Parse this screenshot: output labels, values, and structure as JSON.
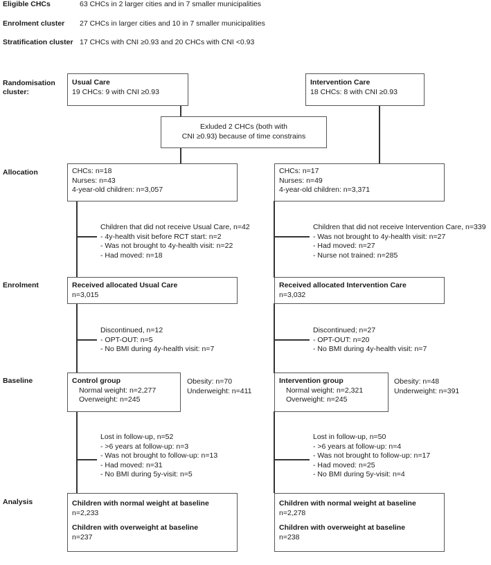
{
  "header": {
    "eligible_label": "Eligible CHCs",
    "eligible_text": "63 CHCs in 2 larger cities and in 7 smaller municipalities",
    "enrolment_label": "Enrolment cluster",
    "enrolment_text": "27 CHCs in larger cities and 10 in 7 smaller municipalities",
    "strat_label": "Stratification cluster",
    "strat_text": "17 CHCs with CNI ≥0.93 and 20 CHCs with CNI <0.93"
  },
  "side_labels": {
    "randomisation": [
      "Randomisation",
      "cluster:"
    ],
    "allocation": "Allocation",
    "enrolment": "Enrolment",
    "baseline": "Baseline",
    "analysis": "Analysis"
  },
  "usual": {
    "rand_title": "Usual Care",
    "rand_text": "19 CHCs: 9 with CNI ≥0.93",
    "alloc": [
      "CHCs: n=18",
      "Nurses: n=43",
      "4-year-old children: n=3,057"
    ],
    "excluded_alloc": [
      "Children that did not receive Usual Care, n=42",
      "- 4y-health visit before RCT start: n=2",
      "- Was not brought to 4y-health visit: n=22",
      "- Had moved: n=18"
    ],
    "enrol_title": "Received allocated Usual Care",
    "enrol_n": "n=3,015",
    "discontinued": [
      "Discontinued, n=12",
      "- OPT-OUT: n=5",
      "- No BMI during 4y-health visit: n=7"
    ],
    "base_title": "Control group",
    "base_lines": [
      "Normal weight: n=2,277",
      "Overweight: n=245"
    ],
    "base_side": [
      "Obesity: n=70",
      "Underweight: n=411"
    ],
    "lost": [
      "Lost in follow-up, n=52",
      "- >6 years at follow-up: n=3",
      "- Was not brought to follow-up: n=13",
      "- Had moved: n=31",
      "- No BMI during 5y-visit: n=5"
    ],
    "analysis_title1": "Children with normal weight at baseline",
    "analysis_n1": "n=2,233",
    "analysis_title2": "Children with overweight at baseline",
    "analysis_n2": "n=237"
  },
  "intervention": {
    "rand_title": "Intervention Care",
    "rand_text": "18 CHCs: 8 with CNI ≥0.93",
    "alloc": [
      "CHCs: n=17",
      "Nurses: n=49",
      "4-year-old children: n=3,371"
    ],
    "excluded_alloc": [
      "Children that did not receive Intervention Care, n=339",
      "- Was not brought to 4y-health visit: n=27",
      "- Had moved: n=27",
      "- Nurse not trained: n=285"
    ],
    "enrol_title": "Received allocated Intervention Care",
    "enrol_n": "n=3,032",
    "discontinued": [
      "Discontinued; n=27",
      "- OPT-OUT: n=20",
      "- No BMI during 4y-health visit: n=7"
    ],
    "base_title": "Intervention group",
    "base_lines": [
      "Normal weight: n=2,321",
      "Overweight: n=245"
    ],
    "base_side": [
      "Obesity: n=48",
      "Underweight: n=391"
    ],
    "lost": [
      "Lost in follow-up, n=50",
      "- >6 years at follow-up: n=4",
      "- Was not brought to follow-up: n=17",
      "- Had moved: n=25",
      "- No BMI during 5y-visit: n=4"
    ],
    "analysis_title1": "Children with normal weight at baseline",
    "analysis_n1": "n=2,278",
    "analysis_title2": "Children with overweight at baseline",
    "analysis_n2": "n=238"
  },
  "excluded_box": [
    "Exluded 2 CHCs (both with",
    "CNI ≥0.93) because of time constrains"
  ]
}
